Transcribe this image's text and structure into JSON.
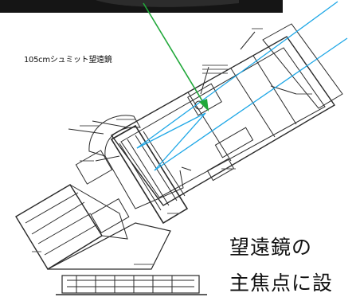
{
  "diagram": {
    "title": "105cmシュミット望遠鏡",
    "caption_lines": [
      "望遠鏡の",
      "主焦点に設"
    ]
  },
  "colors": {
    "photo_band": "#151515",
    "drawing_line": "#2a2a2a",
    "arrow": "#21a83a",
    "light_rays": "#1ea7e6",
    "background": "#ffffff"
  }
}
